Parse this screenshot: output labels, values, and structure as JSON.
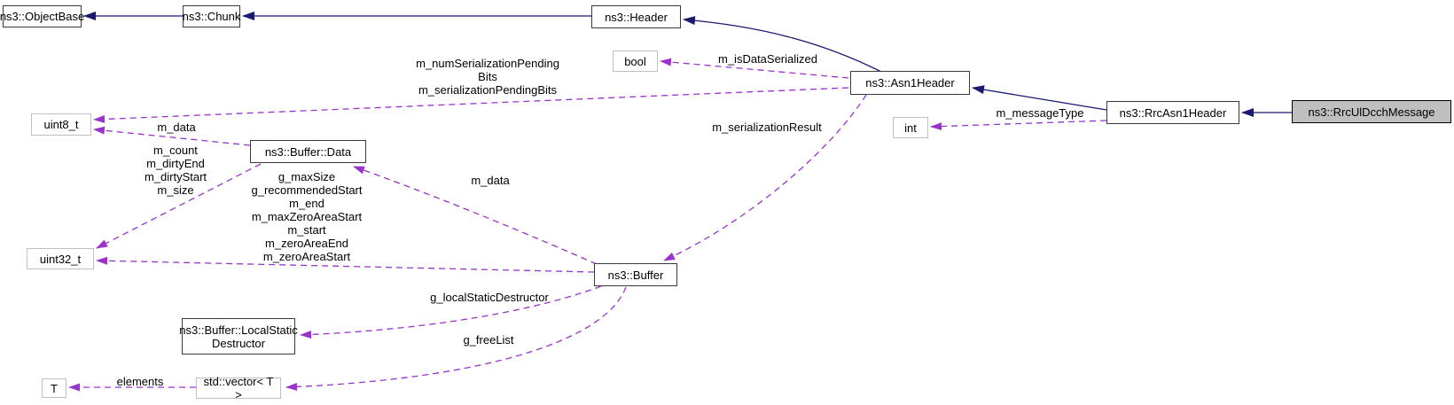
{
  "nodes": {
    "objectbase": {
      "label": "ns3::ObjectBase"
    },
    "chunk": {
      "label": "ns3::Chunk"
    },
    "header": {
      "label": "ns3::Header"
    },
    "bool": {
      "label": "bool"
    },
    "asn1header": {
      "label": "ns3::Asn1Header"
    },
    "int": {
      "label": "int"
    },
    "rrcasn1header": {
      "label": "ns3::RrcAsn1Header"
    },
    "rrculdcchmessage": {
      "label": "ns3::RrcUlDcchMessage"
    },
    "uint8": {
      "label": "uint8_t"
    },
    "bufferdata": {
      "label": "ns3::Buffer::Data"
    },
    "uint32": {
      "label": "uint32_t"
    },
    "buffer": {
      "label": "ns3::Buffer"
    },
    "localstatic": {
      "label": "ns3::Buffer::LocalStatic\nDestructor"
    },
    "t": {
      "label": "T"
    },
    "vector": {
      "label": "std::vector< T >"
    }
  },
  "edge_labels": {
    "is_data_serialized": "m_isDataSerialized",
    "pending_bits": "m_numSerializationPending\nBits\nm_serializationPendingBits",
    "serialization_result": "m_serializationResult",
    "message_type": "m_messageType",
    "m_data_uint8": "m_data",
    "bufferdata_counts": "m_count\nm_dirtyEnd\nm_dirtyStart\nm_size",
    "buffer_uint32_members": "g_maxSize\ng_recommendedStart\nm_end\nm_maxZeroAreaStart\nm_start\nm_zeroAreaEnd\nm_zeroAreaStart",
    "m_data_bufferdata": "m_data",
    "local_static_destructor": "g_localStaticDestructor",
    "g_free_list": "g_freeList",
    "elements": "elements"
  },
  "colors": {
    "inheritance": "#191970",
    "usage": "#9a32cd",
    "class_border": "#3a3a3a",
    "type_border": "#bfbfbf",
    "highlight_fill": "#bfbfbf",
    "background": "#ffffff",
    "text": "#000000"
  }
}
